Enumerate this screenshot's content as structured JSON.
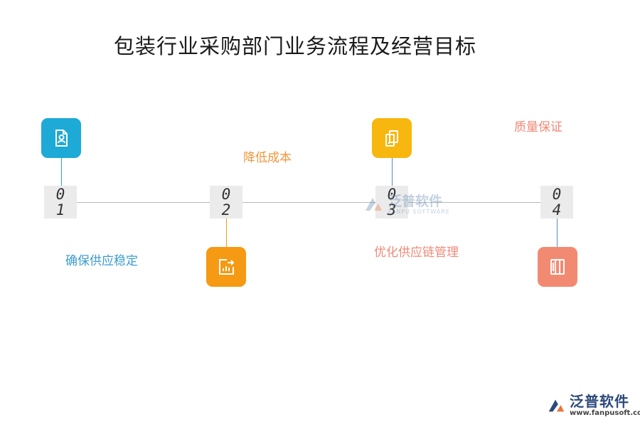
{
  "title": "包装行业采购部门业务流程及经营目标",
  "steps": [
    {
      "digit_top": "0",
      "digit_bottom": "1",
      "label": "确保供应稳定",
      "color": "#1eaad6",
      "icon": "document-person-icon"
    },
    {
      "digit_top": "0",
      "digit_bottom": "2",
      "label": "降低成本",
      "color": "#f59a12",
      "icon": "bar-chart-icon"
    },
    {
      "digit_top": "0",
      "digit_bottom": "3",
      "label": "优化供应链管理",
      "color": "#f7b70f",
      "icon": "copy-documents-icon"
    },
    {
      "digit_top": "0",
      "digit_bottom": "4",
      "label": "质量保证",
      "color": "#f28a72",
      "icon": "book-columns-icon"
    }
  ],
  "colors": {
    "line": "#b9b9b9",
    "step1_label": "#3a9ccf",
    "step2_label": "#f0953a",
    "step3_label": "#f08a78",
    "step4_label": "#f08a78"
  },
  "watermark": {
    "cn": "泛普软件",
    "en": "FANPU SOFTWARE"
  },
  "brand": {
    "cn": "泛普软件",
    "url": "www.fanpusoft.com"
  }
}
